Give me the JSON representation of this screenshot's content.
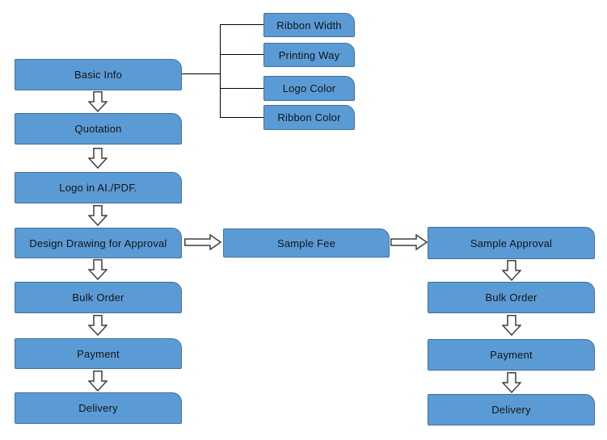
{
  "colors": {
    "box_fill": "#5b9bd5",
    "box_border": "#41719c",
    "text_color": "#141414",
    "connector": "#000000",
    "arrow_fill": "#ffffff",
    "arrow_outline": "#3f3f3f"
  },
  "nodes": {
    "basic_info": "Basic Info",
    "quotation": "Quotation",
    "logo_file": "Logo in AI./PDF.",
    "design_drawing": "Design Drawing for Approval",
    "bulk_order_left": "Bulk Order",
    "payment_left": "Payment",
    "delivery_left": "Delivery",
    "ribbon_width": "Ribbon Width",
    "printing_way": "Printing Way",
    "logo_color": "Logo Color",
    "ribbon_color": "Ribbon Color",
    "sample_fee": "Sample Fee",
    "sample_approval": "Sample Approval",
    "bulk_order_right": "Bulk Order",
    "payment_right": "Payment",
    "delivery_right": "Delivery"
  }
}
